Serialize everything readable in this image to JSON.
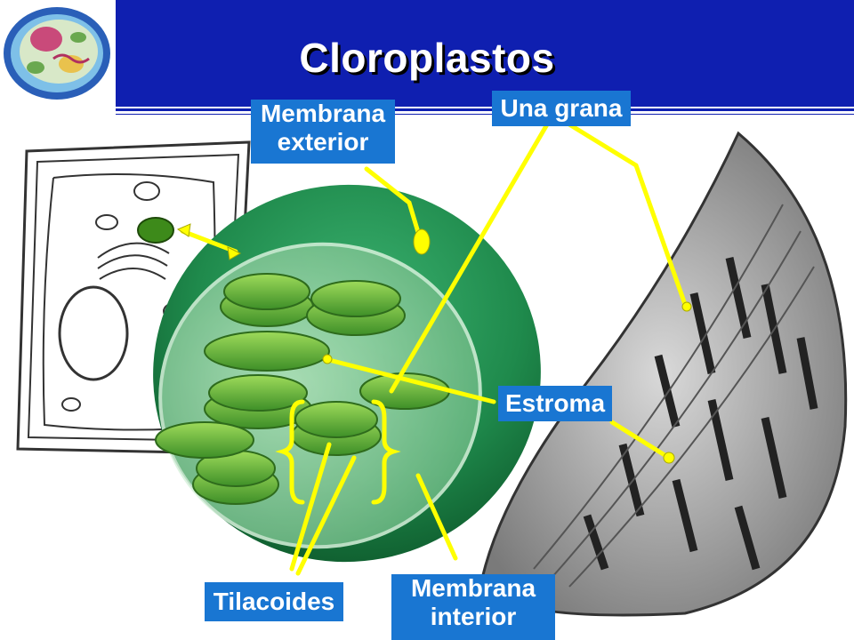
{
  "title": "Cloroplastos",
  "labels": {
    "outer_membrane": [
      "Membrana",
      "exterior"
    ],
    "granum": "Una grana",
    "stroma": "Estroma",
    "thylakoids": "Tilacoides",
    "inner_membrane": [
      "Membrana",
      "interior"
    ]
  },
  "colors": {
    "header": "#0f1fb0",
    "label_bg": "#1976d2",
    "pointer": "#ffff00",
    "chloroplast": "#1f8a4c"
  }
}
